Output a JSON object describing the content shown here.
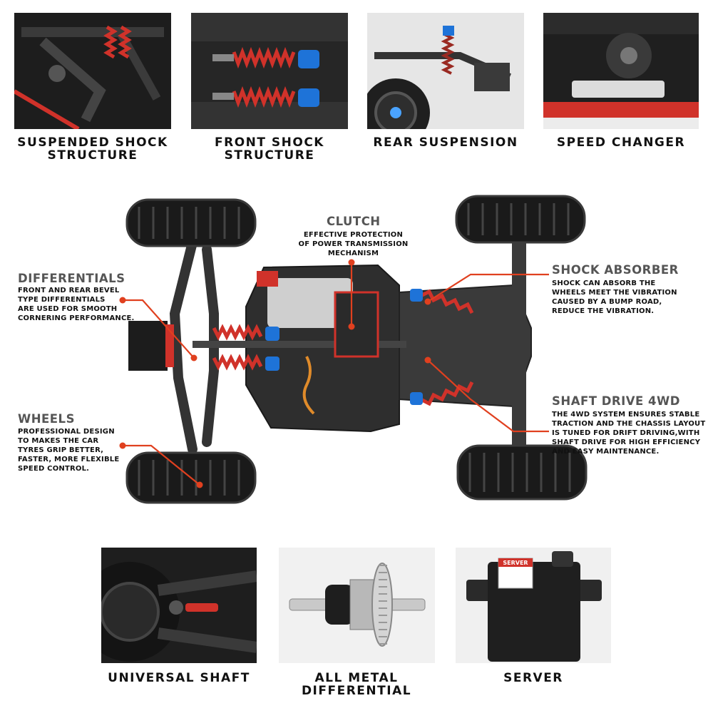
{
  "top_row": [
    {
      "caption_lines": [
        "SUSPENDED SHOCK",
        "STRUCTURE"
      ]
    },
    {
      "caption_lines": [
        "FRONT SHOCK",
        "STRUCTURE"
      ]
    },
    {
      "caption_lines": [
        "REAR SUSPENSION"
      ]
    },
    {
      "caption_lines": [
        "SPEED CHANGER"
      ]
    }
  ],
  "features": {
    "clutch": {
      "title": "CLUTCH",
      "desc_lines": [
        "EFFECTIVE PROTECTION",
        "OF POWER TRANSMISSION",
        "MECHANISM"
      ]
    },
    "differentials": {
      "title": "DIFFERENTIALS",
      "desc_lines": [
        "FRONT AND REAR BEVEL",
        "TYPE DIFFERENTIALS",
        "ARE USED FOR SMOOTH",
        "CORNERING PERFORMANCE."
      ]
    },
    "wheels": {
      "title": "WHEELS",
      "desc_lines": [
        "PROFESSIONAL DESIGN",
        "TO MAKES THE CAR",
        "TYRES GRIP BETTER,",
        "FASTER, MORE FLEXIBLE",
        "SPEED CONTROL."
      ]
    },
    "shock_absorber": {
      "title": "SHOCK ABSORBER",
      "desc_lines": [
        "SHOCK CAN ABSORB THE",
        "WHEELS MEET THE VIBRATION",
        "CAUSED BY A BUMP ROAD,",
        "REDUCE THE VIBRATION."
      ]
    },
    "shaft_drive": {
      "title": "SHAFT DRIVE 4WD",
      "desc_lines": [
        "THE 4WD SYSTEM ENSURES STABLE",
        "TRACTION AND THE CHASSIS LAYOUT",
        "IS TUNED FOR DRIFT DRIVING,WITH",
        "SHAFT DRIVE FOR HIGH EFFICIENCY",
        "AND EASY MAINTENANCE."
      ]
    }
  },
  "bottom_row": [
    {
      "caption_lines": [
        "UNIVERSAL SHAFT"
      ]
    },
    {
      "caption_lines": [
        "ALL METAL",
        "DIFFERENTIAL"
      ]
    },
    {
      "caption_lines": [
        "SERVER"
      ],
      "sticker_text": "SERVER"
    }
  ],
  "colors": {
    "accent": "#e0401f",
    "chassis": "#2b2b2b",
    "spring": "#d0322a",
    "shock_cap": "#1e73d8",
    "title_grey": "#555555"
  }
}
